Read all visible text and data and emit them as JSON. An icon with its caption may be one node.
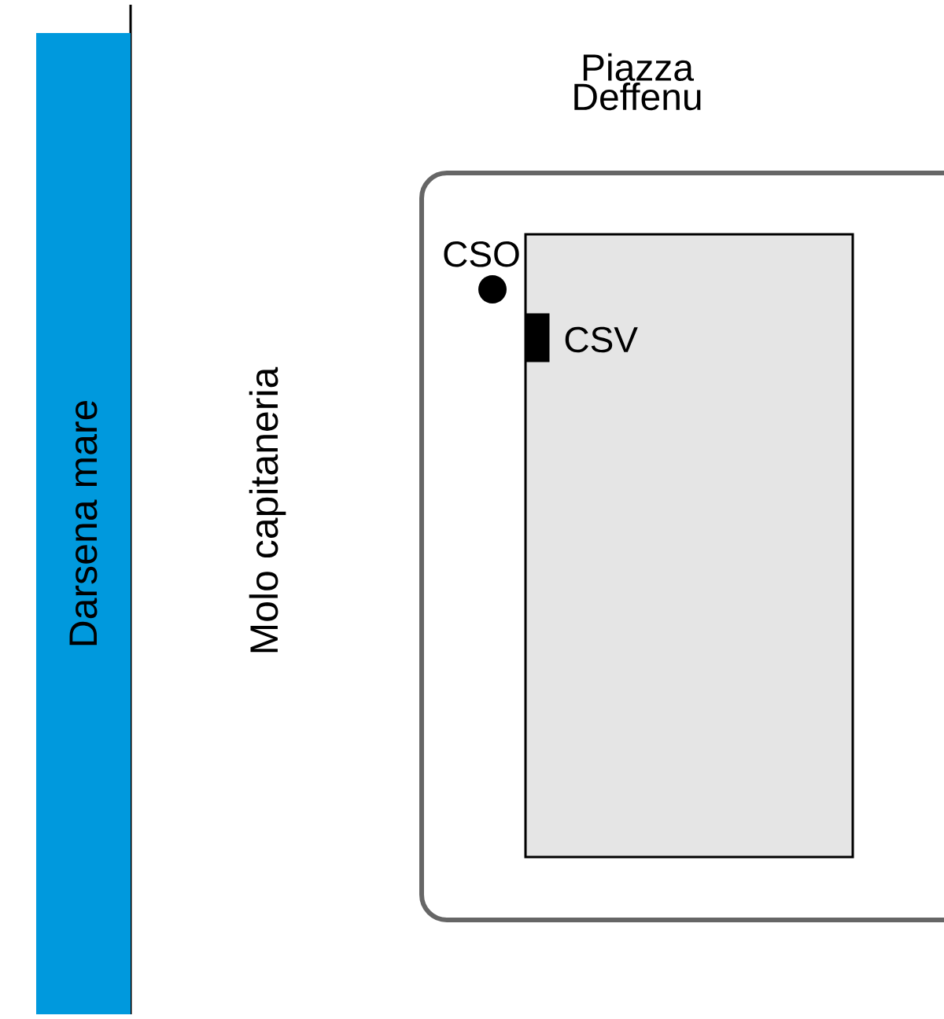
{
  "diagram": {
    "nodes": [
      {
        "text": [
          "Darsena mare"
        ]
      },
      {
        "text": [],
        "shape": "box"
      },
      {
        "text": [],
        "shape": "circle",
        "beside": [
          "CSO"
        ]
      },
      {
        "text": [],
        "shape": "box",
        "in": 1,
        "beside": [
          "CSV"
        ]
      }
    ],
    "labels": [
      "Piazza Deffenu",
      "Molo capitaneria"
    ]
  }
}
